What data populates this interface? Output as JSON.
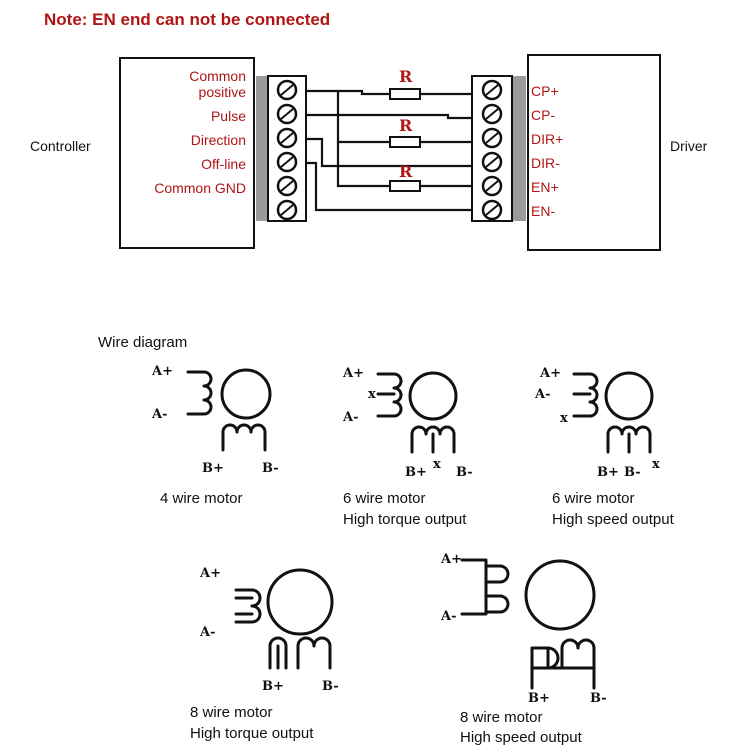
{
  "note": "Note: EN end can not be connected",
  "controller": {
    "label": "Controller",
    "pins": [
      "Common",
      "positive",
      "Pulse",
      "Direction",
      "Off-line",
      "Common GND"
    ]
  },
  "driver": {
    "label": "Driver",
    "pins": [
      "CP+",
      "CP-",
      "DIR+",
      "DIR-",
      "EN+",
      "EN-"
    ]
  },
  "resistor_label": "R",
  "wire_diagram": {
    "title": "Wire diagram",
    "a_plus": "A+",
    "a_minus": "A-",
    "b_plus": "B+",
    "b_minus": "B-",
    "x": "x",
    "motors": [
      {
        "line1": "4 wire motor",
        "line2": ""
      },
      {
        "line1": "6 wire motor",
        "line2": "High torque output"
      },
      {
        "line1": "6 wire motor",
        "line2": "High speed output"
      },
      {
        "line1": "8 wire motor",
        "line2": "High torque output"
      },
      {
        "line1": "8 wire motor",
        "line2": "High speed output"
      }
    ]
  }
}
